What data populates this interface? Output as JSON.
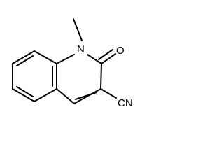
{
  "molecule": {
    "atoms": {
      "methyl": "",
      "nitrogen": "N",
      "oxygen": "O",
      "nitrile": "CN"
    }
  },
  "colors": {
    "ink": "#000000",
    "background": "#ffffff"
  }
}
